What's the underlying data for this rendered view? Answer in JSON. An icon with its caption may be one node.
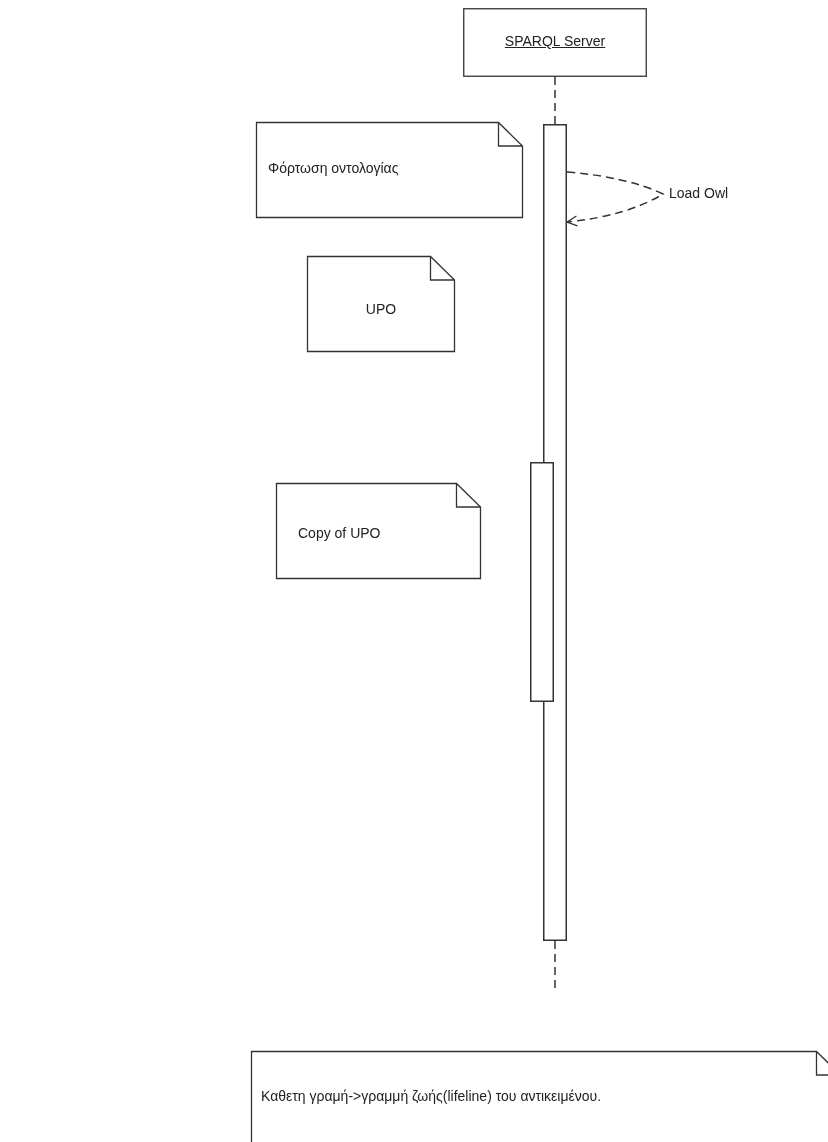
{
  "diagram": {
    "nodes": [
      {
        "text": [
          "SPARQL Server"
        ]
      },
      {
        "text": [],
        "shape": "bar"
      },
      {
        "text": [
          "Φόρτωση οντολογίας"
        ]
      },
      {
        "text": [
          "UPO"
        ]
      },
      {
        "text": [
          "Copy of UPO"
        ]
      },
      {
        "text": [],
        "shape": "bar"
      },
      {
        "text": [
          "Καθετη γραμή->γραμμή ζωής(lifeline) του αντικειμένου."
        ]
      }
    ],
    "edges": [
      {
        "from": 0,
        "to": 1,
        "arrow": "none",
        "style": "dashed"
      },
      {
        "from": 1,
        "to": 1,
        "arrow": "to",
        "style": "dashed",
        "label": "Load Owl"
      },
      {
        "from": 1,
        "to": null,
        "arrow": "none",
        "style": "dashed"
      }
    ]
  }
}
